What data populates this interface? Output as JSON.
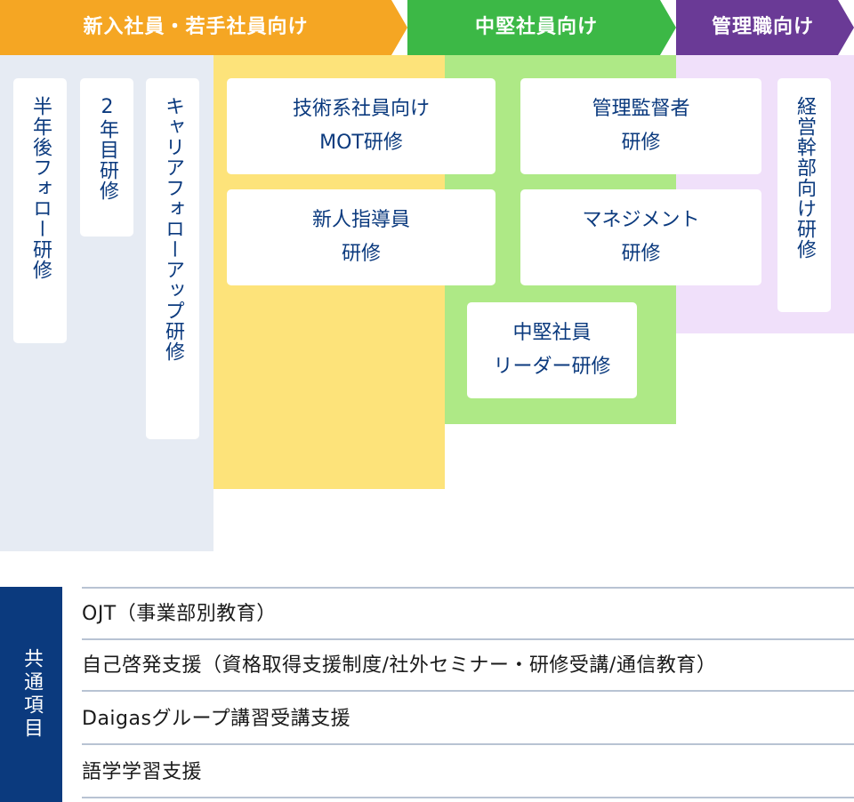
{
  "header": {
    "new_young": {
      "label": "新入社員・若手社員向け",
      "color": "#f5a623"
    },
    "mid": {
      "label": "中堅社員向け",
      "color": "#3cb846"
    },
    "manager": {
      "label": "管理職向け",
      "color": "#6a3a96"
    }
  },
  "zones": {
    "new_bg": "#e6ebf3",
    "young_bg": "#fde37a",
    "mid_bg": "#aee986",
    "manager_bg": "#f0e0fa"
  },
  "programs": {
    "half_year": "半年後フォロー研修",
    "second_year": "2年目研修",
    "career_follow": "キャリアフォローアップ研修",
    "mot_line1": "技術系社員向け",
    "mot_line2": "MOT研修",
    "trainer_line1": "新人指導員",
    "trainer_line2": "研修",
    "supervisor_line1": "管理監督者",
    "supervisor_line2": "研修",
    "management_line1": "マネジメント",
    "management_line2": "研修",
    "mid_leader_line1": "中堅社員",
    "mid_leader_line2": "リーダー研修",
    "executive": "経営幹部向け研修"
  },
  "common": {
    "label": "共通項目",
    "items": [
      "OJT（事業部別教育）",
      "自己啓発支援（資格取得支援制度/社外セミナー・研修受講/通信教育）",
      "Daigasグループ講習受講支援",
      "語学学習支援"
    ]
  }
}
